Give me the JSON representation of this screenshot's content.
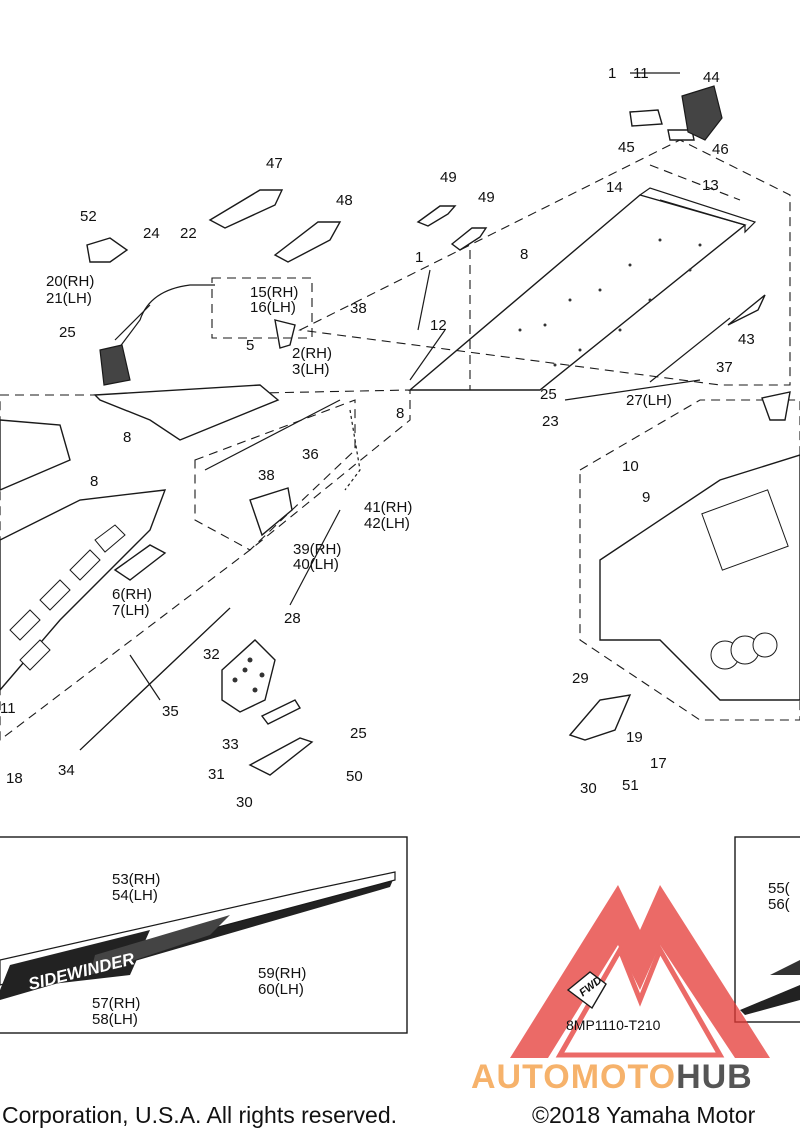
{
  "diagram": {
    "code": "8MP1110-T210",
    "fwd_badge": "FWD",
    "watermark": {
      "text_part_1": "AUTOMOTO",
      "text_part_2": "HUB",
      "color_part_1": "#f6b26b",
      "color_part_2": "#555555",
      "logo_color": "#e53935"
    },
    "callouts": [
      "1",
      "11",
      "44",
      "45",
      "46",
      "47",
      "49",
      "49",
      "48",
      "14",
      "13",
      "52",
      "24",
      "22",
      "20(RH)",
      "21(LH)",
      "15(RH)",
      "16(LH)",
      "38",
      "1",
      "8",
      "25",
      "12",
      "5",
      "2(RH)",
      "3(LH)",
      "43",
      "37",
      "25",
      "23",
      "27(LH)",
      "8",
      "8",
      "8",
      "36",
      "10",
      "9",
      "38",
      "41(RH)",
      "42(LH)",
      "39(RH)",
      "40(LH)",
      "6(RH)",
      "7(LH)",
      "28",
      "32",
      "35",
      "29",
      "25",
      "33",
      "19",
      "17",
      "11",
      "18",
      "34",
      "31",
      "50",
      "30",
      "51",
      "30",
      "53(RH)",
      "54(LH)",
      "59(RH)",
      "60(LH)",
      "57(RH)",
      "58(LH)",
      "55(",
      "56("
    ],
    "decal_text": "SIDEWINDER"
  },
  "footer": {
    "left_text": "Corporation, U.S.A. All rights reserved.",
    "right_text": "©2018 Yamaha Motor"
  }
}
